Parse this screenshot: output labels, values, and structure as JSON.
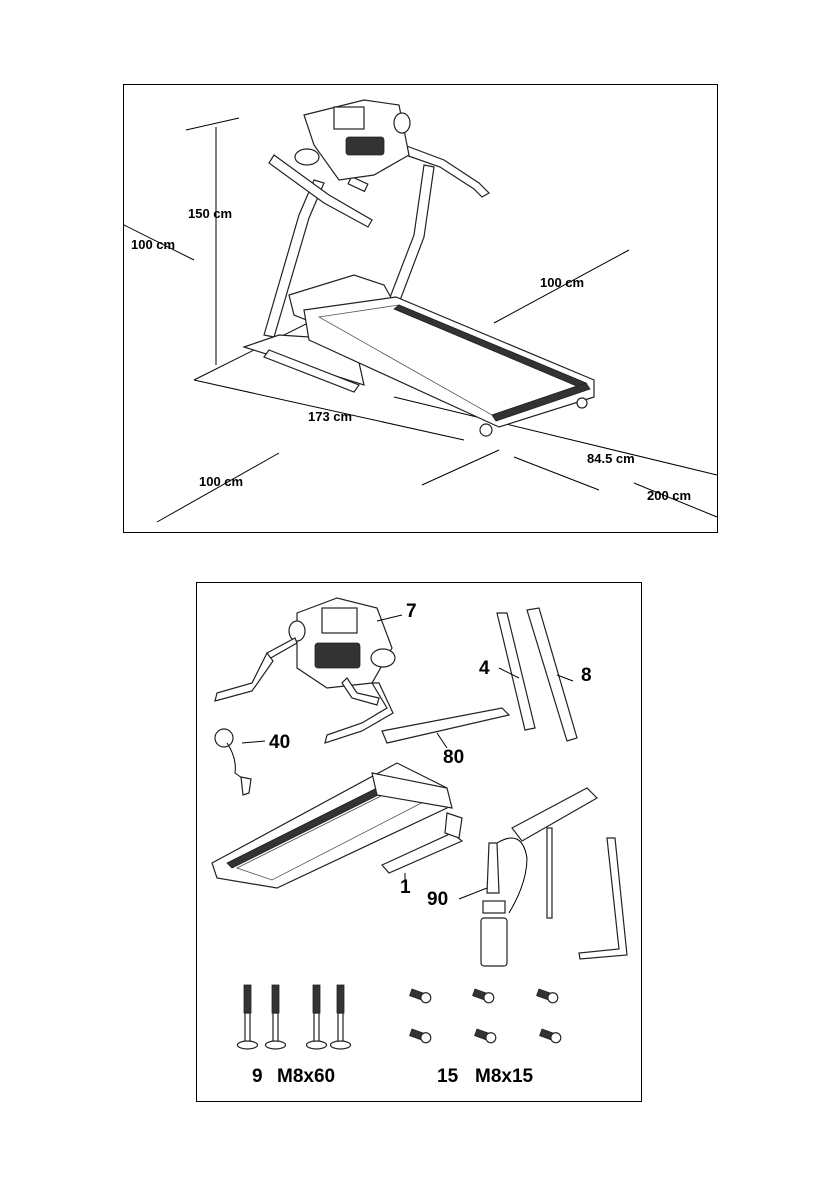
{
  "dimensions": {
    "height": "150 cm",
    "side_clearance_left": "100 cm",
    "side_clearance_right": "100 cm",
    "length": "173 cm",
    "width": "84.5 cm",
    "front_clearance": "100 cm",
    "rear_clearance": "200 cm"
  },
  "parts": {
    "console": "7",
    "upright_left": "4",
    "upright_right": "8",
    "cross_bar": "80",
    "safety_key": "40",
    "main_frame": "1",
    "lube_bottle": "90"
  },
  "fasteners": {
    "bolt_qty": "9",
    "bolt_size": "M8x60",
    "screw_qty": "15",
    "screw_size": "M8x15"
  }
}
